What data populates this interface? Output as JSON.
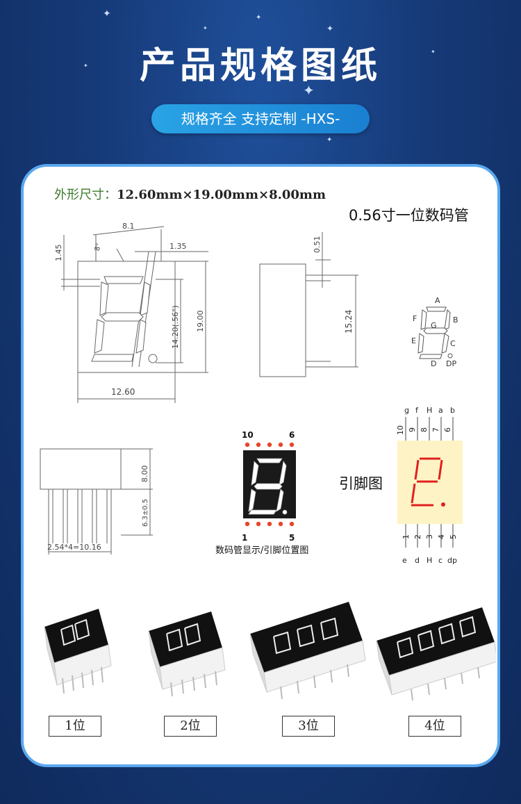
{
  "header": {
    "title": "产品规格图纸",
    "subtitle": "规格齐全 支持定制 -HXS-"
  },
  "spec": {
    "outer_dims_label": "外形尺寸：",
    "outer_dims_value": "12.60mm×19.00mm×8.00mm",
    "model_name": "0.56寸一位数码管"
  },
  "front_view": {
    "dim_top": "8.1",
    "dim_angle": "8°",
    "dim_left": "1.45",
    "dim_pin": "1.35",
    "dim_digit": "14.20(.56\")",
    "dim_height": "19.00",
    "dim_width": "12.60"
  },
  "side_view": {
    "dim_top": "0.51",
    "dim_pin": "15.24"
  },
  "segment_map": {
    "labels": [
      "A",
      "B",
      "C",
      "D",
      "DP",
      "E",
      "F",
      "G"
    ]
  },
  "bottom_view": {
    "dim_height": "8.00",
    "dim_pin_length": "6.3±0.5",
    "dim_pitch": "2.54*4=10.16"
  },
  "pin_display": {
    "top_left_pin": "10",
    "top_right_pin": "6",
    "bottom_left_pin": "1",
    "bottom_right_pin": "5",
    "caption": "数码管显示/引脚位置图"
  },
  "pinout": {
    "label": "引脚图",
    "top_letters": [
      "g",
      "f",
      "H",
      "a",
      "b"
    ],
    "top_numbers": [
      "10",
      "9",
      "8",
      "7",
      "6"
    ],
    "bottom_numbers": [
      "1",
      "2",
      "3",
      "4",
      "5"
    ],
    "bottom_letters": [
      "e",
      "d",
      "H",
      "c",
      "dp"
    ],
    "color_bg": "#fef3c4",
    "color_segment": "#e02020"
  },
  "variants": [
    {
      "label": "1位"
    },
    {
      "label": "2位"
    },
    {
      "label": "3位"
    },
    {
      "label": "4位"
    }
  ]
}
